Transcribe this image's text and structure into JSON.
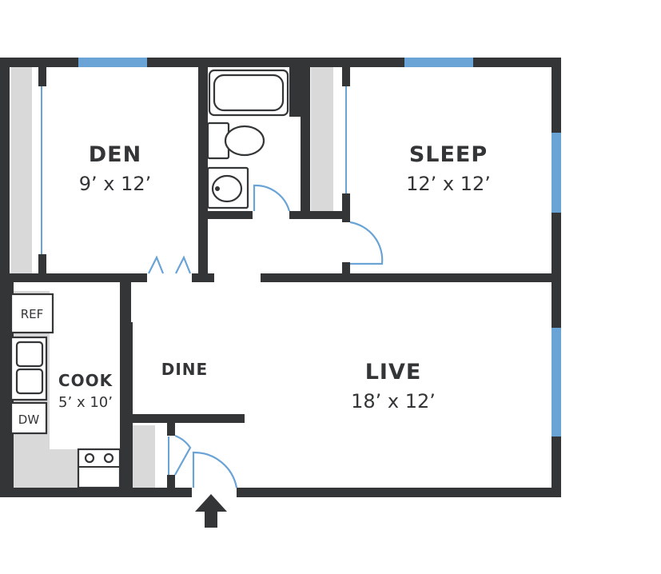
{
  "rooms": {
    "den": {
      "name": "DEN",
      "size": "9’ x 12’"
    },
    "sleep": {
      "name": "SLEEP",
      "size": "12’ x 12’"
    },
    "cook": {
      "name": "COOK",
      "size": "5’ x 10’"
    },
    "dine": {
      "name": "DINE"
    },
    "live": {
      "name": "LIVE",
      "size": "18’ x 12’"
    }
  },
  "appliances": {
    "fridge": "REF",
    "dishwasher": "DW"
  },
  "colors": {
    "wall": "#333537",
    "window": "#6aa3d5",
    "closet": "#d9d9da"
  },
  "icons": {
    "entry": "up-arrow-icon"
  }
}
